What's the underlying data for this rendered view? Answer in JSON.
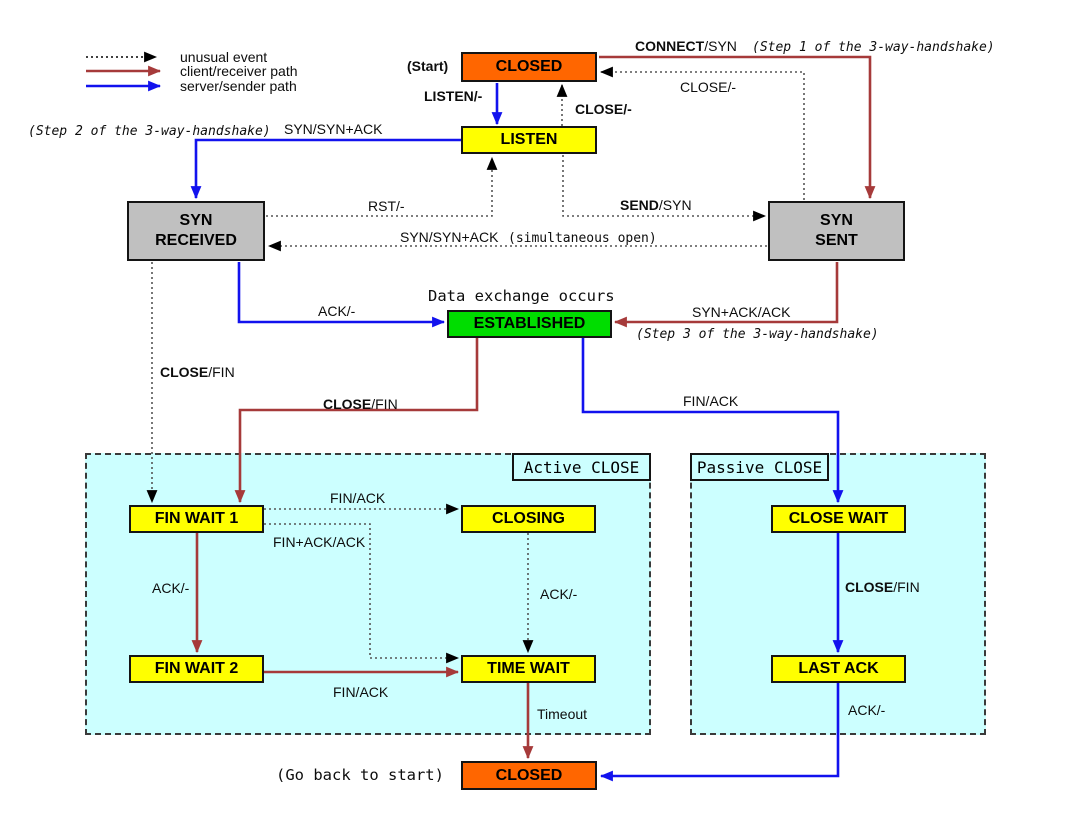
{
  "legend": {
    "items": [
      {
        "label": "unusual event"
      },
      {
        "label": "client/receiver path"
      },
      {
        "label": "server/sender path"
      }
    ]
  },
  "states": {
    "closed_top": "CLOSED",
    "listen": "LISTEN",
    "syn_received_line1": "SYN",
    "syn_received_line2": "RECEIVED",
    "syn_sent_line1": "SYN",
    "syn_sent_line2": "SENT",
    "established": "ESTABLISHED",
    "fin_wait_1": "FIN WAIT 1",
    "closing": "CLOSING",
    "close_wait": "CLOSE WAIT",
    "fin_wait_2": "FIN WAIT 2",
    "time_wait": "TIME WAIT",
    "last_ack": "LAST ACK",
    "closed_bottom": "CLOSED"
  },
  "regions": {
    "active": "Active CLOSE",
    "passive": "Passive CLOSE"
  },
  "annotations": {
    "start": "(Start)",
    "step1": "(Step 1 of the 3-way-handshake)",
    "step2": "(Step 2 of the 3-way-handshake)",
    "step3": "(Step 3 of the 3-way-handshake)",
    "simultaneous_open": "(simultaneous open)",
    "data_exchange": "Data exchange occurs",
    "go_back": "(Go back to start)"
  },
  "transitions": {
    "listen_cmd": "LISTEN/-",
    "close_bold_full": "CLOSE/-",
    "close_plain_full": "CLOSE/-",
    "connect_bold": "CONNECT",
    "connect_rest": "/SYN",
    "send_bold": "SEND",
    "send_rest": "/SYN",
    "syn_synack": "SYN/SYN+ACK",
    "rst": "RST/-",
    "ack": "ACK/-",
    "synack_ack": "SYN+ACK/ACK",
    "close_bold": "CLOSE",
    "fin_rest": "/FIN",
    "fin_ack": "FIN/ACK",
    "fin_ack_ack": "FIN+ACK/ACK",
    "timeout": "Timeout"
  },
  "colors": {
    "unusual_event_arrow": "#000000",
    "client_receiver_path": "#a63a3a",
    "server_sender_path": "#1212ee",
    "state_closed": "#ff6600",
    "state_default": "#ffff00",
    "state_established": "#00dd00",
    "state_syn": "#c0c0c0",
    "close_region_bg": "#ccffff"
  }
}
